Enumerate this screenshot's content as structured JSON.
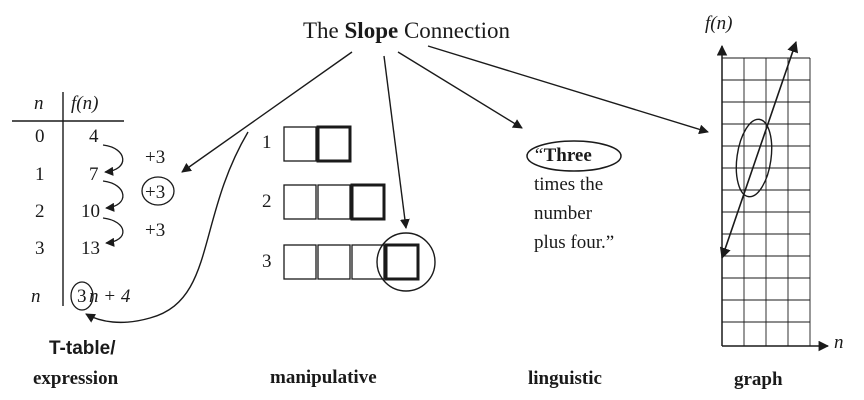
{
  "title": {
    "prefix": "The",
    "bold": "Slope",
    "suffix": "Connection"
  },
  "ttable": {
    "header_n": "n",
    "header_f": "f(n)",
    "rows": [
      {
        "n": "0",
        "f": "4"
      },
      {
        "n": "1",
        "f": "7"
      },
      {
        "n": "2",
        "f": "10"
      },
      {
        "n": "3",
        "f": "13"
      }
    ],
    "increments": [
      "+3",
      "+3",
      "+3"
    ],
    "last_n": "n",
    "expr_coef": "3",
    "expr_rest": "n + 4",
    "label_line1": "T-table/",
    "label_line2": "expression"
  },
  "manipulative": {
    "rows": [
      "1",
      "2",
      "3"
    ],
    "label": "manipulative"
  },
  "linguistic": {
    "open_quote": "“",
    "circled_word": "Three",
    "line2": "times the",
    "line3": "number",
    "line4": "plus four.”",
    "label": "linguistic"
  },
  "graph": {
    "ylabel": "f(n)",
    "xlabel": "n",
    "label": "graph"
  },
  "colors": {
    "ink": "#1a1a1a",
    "background": "#ffffff"
  }
}
